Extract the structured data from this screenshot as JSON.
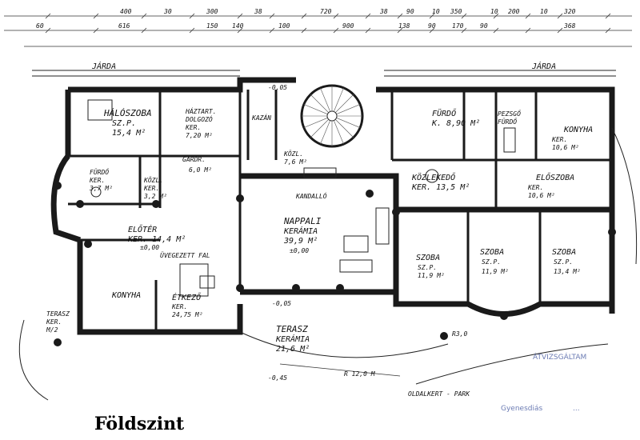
{
  "caption": "Földszint",
  "top_dimensions": [
    "400",
    "30",
    "300",
    "38",
    "720",
    "38",
    "90",
    "10",
    "350",
    "10",
    "200",
    "10",
    "320"
  ],
  "second_dimensions": [
    "60",
    "616",
    "150",
    "140",
    "100",
    "900",
    "138",
    "90",
    "170",
    "90",
    "368"
  ],
  "walkways": {
    "left": "JÁRDA",
    "right": "JÁRDA"
  },
  "rooms": [
    {
      "id": "haloszoba",
      "lines": [
        "HÁLÓSZOBA",
        "SZ.P.",
        "15,4 M²"
      ]
    },
    {
      "id": "haztart",
      "lines": [
        "HÁZTART.",
        "DOLGOZÓ",
        "KER.",
        "7,20 M²"
      ]
    },
    {
      "id": "kazan",
      "lines": [
        "KAZÁN"
      ]
    },
    {
      "id": "gardr",
      "lines": [
        "GARDR.",
        "6,0 M²"
      ]
    },
    {
      "id": "furdo_left",
      "lines": [
        "FÜRDŐ",
        "KER.",
        "3,7 M²"
      ]
    },
    {
      "id": "kozl_left",
      "lines": [
        "KÖZL.",
        "KER.",
        "3,2 M²"
      ]
    },
    {
      "id": "eloter",
      "lines": [
        "ELŐTÉR",
        "KER. 14,4 M²"
      ]
    },
    {
      "id": "uvegfal",
      "lines": [
        "ÜVEGEZETT FAL"
      ]
    },
    {
      "id": "konyha_left",
      "lines": [
        "KONYHA"
      ]
    },
    {
      "id": "etkezo",
      "lines": [
        "ÉTKEZŐ",
        "KER.",
        "24,75 M²"
      ]
    },
    {
      "id": "terasz_left",
      "lines": [
        "TERASZ",
        "KER.",
        "M/2"
      ]
    },
    {
      "id": "kozl_mid",
      "lines": [
        "KÖZL.",
        "7,6 M²"
      ]
    },
    {
      "id": "kandallo",
      "lines": [
        "KANDALLÓ"
      ]
    },
    {
      "id": "nappali",
      "lines": [
        "NAPPALI",
        "KERÁMIA",
        "39,9 M²"
      ]
    },
    {
      "id": "terasz",
      "lines": [
        "TERASZ",
        "KERÁMIA",
        "21,6 M²"
      ]
    },
    {
      "id": "furdo_right",
      "lines": [
        "FÜRDŐ",
        "K. 8,90 M²"
      ]
    },
    {
      "id": "pezsgo",
      "lines": [
        "PEZSGŐ",
        "FÜRDŐ"
      ]
    },
    {
      "id": "konyha_right",
      "lines": [
        "KONYHA",
        "KER.",
        "10,6 M²"
      ]
    },
    {
      "id": "kozlekedo",
      "lines": [
        "KÖZLEKEDŐ",
        "KER. 13,5 M²"
      ]
    },
    {
      "id": "eloszoba",
      "lines": [
        "ELŐSZOBA",
        "KER.",
        "10,6 M²"
      ]
    },
    {
      "id": "szoba1",
      "lines": [
        "SZOBA",
        "SZ.P.",
        "11,9 M²"
      ]
    },
    {
      "id": "szoba2",
      "lines": [
        "SZOBA",
        "SZ.P.",
        "11,9 M²"
      ]
    },
    {
      "id": "szoba3",
      "lines": [
        "SZOBA",
        "SZ.P.",
        "13,4 M²"
      ]
    }
  ],
  "levels": [
    "±0,00",
    "±0,00",
    "-0,05",
    "-0,45",
    "-0,05"
  ],
  "notes": {
    "radius": "R 12,0 M",
    "garden": "OLDALKERT - PARK",
    "radius_small": "R3,0"
  },
  "stamp": {
    "line1": "ÁTVIZSGÁLTAM",
    "line2": "Gyenesdiás",
    "line3": "..."
  },
  "colors": {
    "ink": "#1a1a1a",
    "paper": "#ffffff",
    "stamp": "#3a4f9a"
  }
}
